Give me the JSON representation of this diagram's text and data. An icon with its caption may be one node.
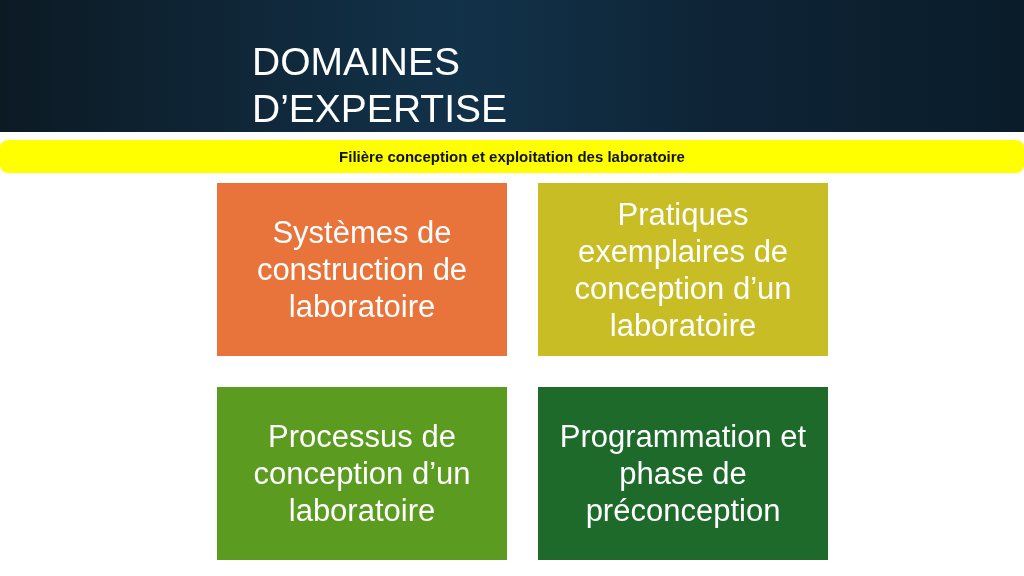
{
  "diagram": {
    "title": "DOMAINES D’EXPERTISE",
    "nodes": [
      {
        "text": [
          "Filière conception et exploitation des laboratoire"
        ]
      },
      {
        "text": [
          "Systèmes de construction de laboratoire"
        ]
      },
      {
        "text": [
          "Pratiques exemplaires de conception d’un laboratoire"
        ]
      },
      {
        "text": [
          "Processus de conception d’un laboratoire"
        ]
      },
      {
        "text": [
          "Programmation et phase de préconception"
        ]
      }
    ]
  }
}
